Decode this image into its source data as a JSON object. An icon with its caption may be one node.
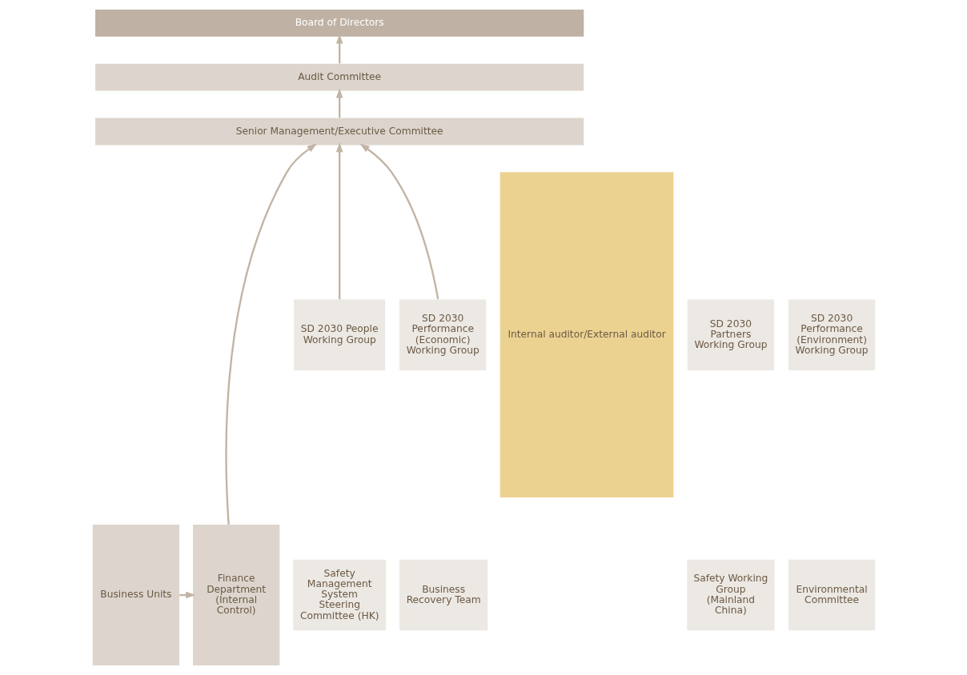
{
  "diagram": {
    "nodes": [
      {
        "text": [
          "Board of Directors"
        ]
      },
      {
        "text": [
          "Audit Committee"
        ]
      },
      {
        "text": [
          "Senior Management/Executive Committee"
        ]
      },
      {
        "text": [
          "Business Units"
        ]
      },
      {
        "text": [
          "Finance Department (Internal Control)"
        ]
      },
      {
        "text": [
          "SD 2030 People Working Group"
        ]
      },
      {
        "text": [
          "SD 2030 Partners Working Group"
        ]
      },
      {
        "text": [
          "SD 2030 Performance (Environment) Working Group"
        ]
      },
      {
        "text": [
          "SD 2030 Performance (Economic) Working Group"
        ]
      },
      {
        "text": [
          "Safety Management System Steering Committee (HK)"
        ]
      },
      {
        "text": [
          "Safety Working Group (Mainland China)"
        ]
      },
      {
        "text": [
          "Environmental Committee"
        ]
      },
      {
        "text": [
          "Business Recovery Team"
        ]
      },
      {
        "text": [
          "Internal auditor/External auditor"
        ]
      }
    ],
    "edges": [
      {
        "from": 1,
        "to": 0,
        "arrow": "to"
      },
      {
        "from": 2,
        "to": 1,
        "arrow": "to"
      },
      {
        "from": 4,
        "to": 2,
        "arrow": "to"
      },
      {
        "from": 5,
        "to": 2,
        "arrow": "to"
      },
      {
        "from": 8,
        "to": 2,
        "arrow": "to"
      },
      {
        "from": 3,
        "to": 4,
        "arrow": "to"
      }
    ]
  }
}
